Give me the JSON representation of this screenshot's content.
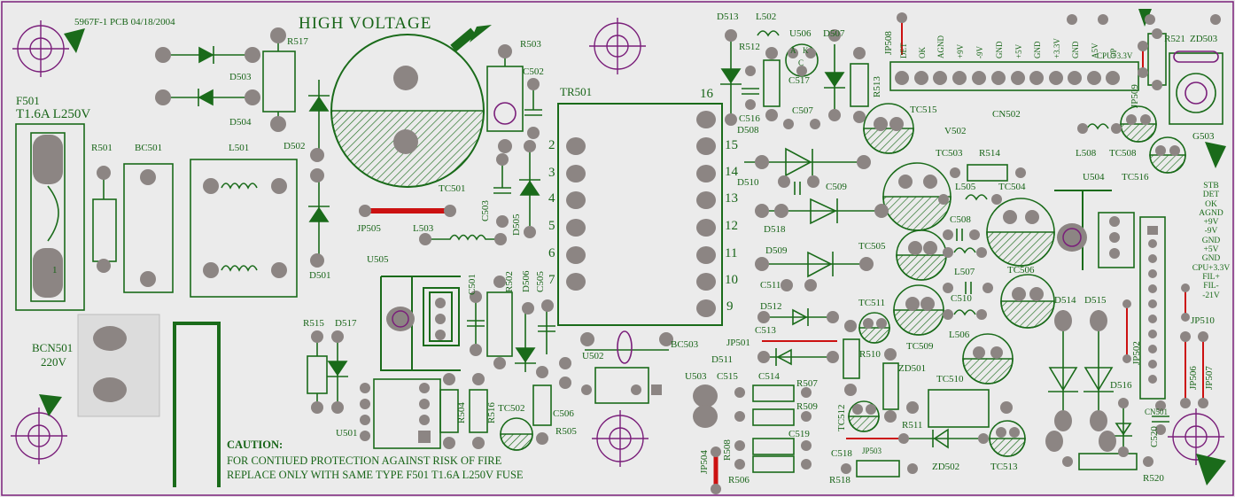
{
  "board": {
    "title": "5967F-1  PCB  04/18/2004",
    "fuse": "F501",
    "fuse_rating": "T1.6A   L250V",
    "high_voltage": "HIGH     VOLTAGE",
    "power_connector": "BCN501",
    "power_voltage": "220V",
    "caution_title": "CAUTION:",
    "caution_line1": "FOR CONTIUED PROTECTION AGAINST RISK OF FIRE",
    "caution_line2": "REPLACE ONLY WITH SAME TYPE F501 T1.6A  L250V FUSE",
    "pin_one": "1"
  },
  "colors": {
    "board": "#ebebeb",
    "silkscreen": "#1a6b1a",
    "pad": "#8c8583",
    "jumper": "#cc1111",
    "outline": "#7a1f7a"
  },
  "components": {
    "r501": "R501",
    "bc501": "BC501",
    "l501": "L501",
    "d503": "D503",
    "d504": "D504",
    "r517": "R517",
    "d502": "D502",
    "d501": "D501",
    "tc501": "TC501",
    "jp505": "JP505",
    "l503": "L503",
    "r503": "R503",
    "c502": "C502",
    "c503": "C503",
    "d505": "D505",
    "tr501": "TR501",
    "u505": "U505",
    "c501": "C501",
    "r502": "R502",
    "d506": "D506",
    "c505": "C505",
    "r515": "R515",
    "d517": "D517",
    "u501": "U501",
    "r504": "R504",
    "r516": "R516",
    "tc502": "TC502",
    "c506": "C506",
    "r505": "R505",
    "u502": "U502",
    "bc503": "BC503",
    "d513": "D513",
    "l502": "L502",
    "u506": "U506",
    "d507": "D507",
    "r512": "R512",
    "c517": "C517",
    "c516": "C516",
    "d508": "D508",
    "c507": "C507",
    "r513": "R513",
    "jp508": "JP508",
    "d510": "D510",
    "c509": "C509",
    "d518": "D518",
    "d509": "D509",
    "c511": "C511",
    "d512": "D512",
    "c513": "C513",
    "jp501": "JP501",
    "d511": "D511",
    "u503": "U503",
    "c515": "C515",
    "c514": "C514",
    "r507": "R507",
    "r509": "R509",
    "r508": "R508",
    "jp504": "JP504",
    "c519": "C519",
    "r506": "R506",
    "tc512": "TC512",
    "c518": "C518",
    "jp503": "JP503",
    "r518": "R518",
    "r510": "R510",
    "zd501": "ZD501",
    "tc515": "TC515",
    "v502": "V502",
    "cn502": "CN502",
    "tc503": "TC503",
    "r514": "R514",
    "l505": "L505",
    "tc504": "TC504",
    "c508": "C508",
    "tc505": "TC505",
    "l507": "L507",
    "c510": "C510",
    "tc511": "TC511",
    "tc509": "TC509",
    "l506": "L506",
    "tc506": "TC506",
    "tc510": "TC510",
    "r511": "R511",
    "zd502": "ZD502",
    "tc513": "TC513",
    "u504": "U504",
    "tc516": "TC516",
    "tc508": "TC508",
    "l508": "L508",
    "jp509": "JP509",
    "r521": "R521",
    "zd503": "ZD503",
    "g503": "G503",
    "d514": "D514",
    "d515": "D515",
    "jp502": "JP502",
    "d516": "D516",
    "cn501": "CN501",
    "c520": "C520",
    "jp510": "JP510",
    "jp506": "JP506",
    "jp507": "JP507",
    "r520": "R520"
  },
  "tr_pins": [
    "16",
    "15",
    "14",
    "13",
    "12",
    "11",
    "10",
    "9",
    "2",
    "3",
    "4",
    "5",
    "6",
    "7"
  ],
  "cn502_pins": [
    "DET",
    "OK",
    "AGND",
    "+9V",
    "-9V",
    "GND",
    "+5V",
    "GND",
    "+3.3V",
    "GND",
    "A5V",
    "OP",
    "CPU+3.3V"
  ],
  "u506_pins": [
    "A",
    "K",
    "C"
  ],
  "cn501_legend": [
    "STB",
    "DET",
    "OK",
    "AGND",
    "+9V",
    "-9V",
    "GND",
    "+5V",
    "GND",
    "CPU+3.3V",
    "FIL+",
    "FIL-",
    "-21V"
  ]
}
